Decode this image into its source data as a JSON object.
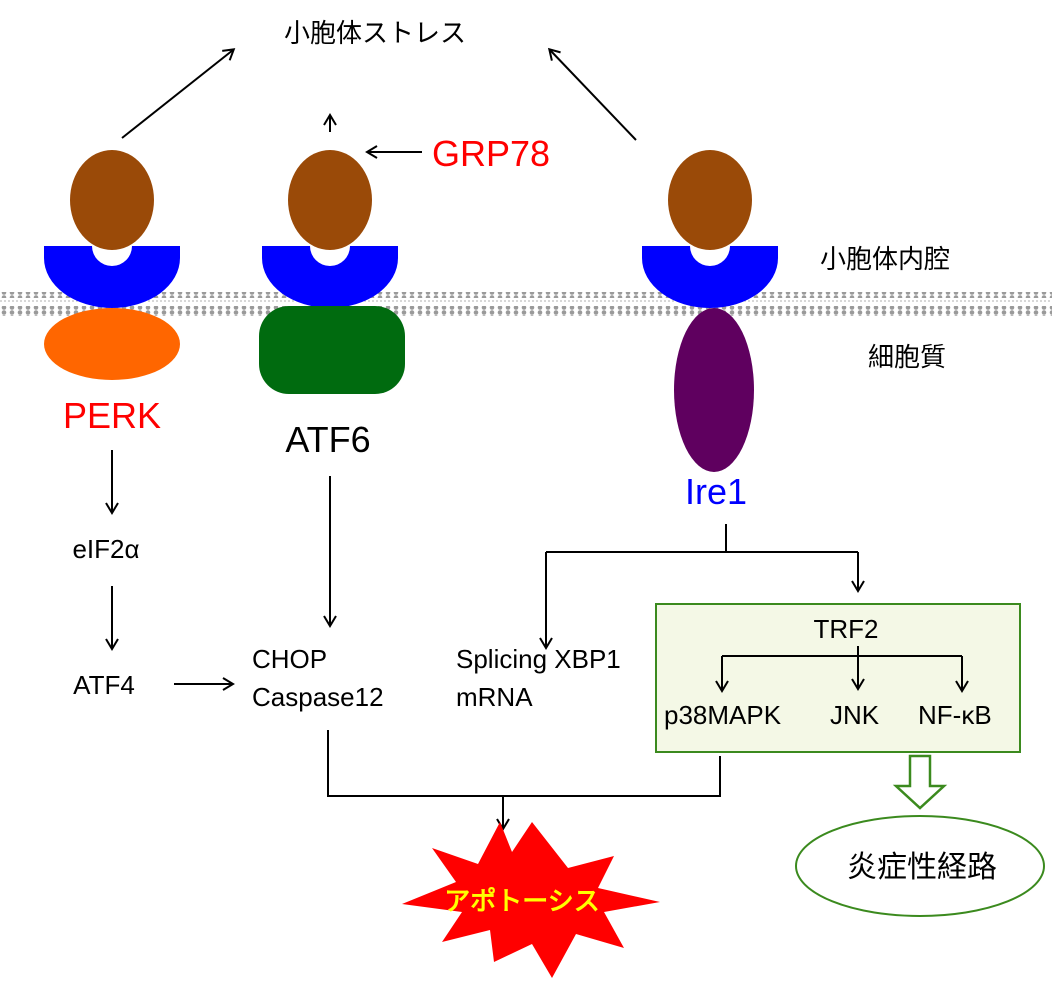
{
  "nodes": {
    "er_stress": "小胞体ストレス",
    "er_lumen": "小胞体内腔",
    "cytoplasm": "細胞質",
    "grp78": "GRP78",
    "perk": "PERK",
    "atf6": "ATF6",
    "ire1": "Ire1",
    "eif2a": "eIF2α",
    "atf4": "ATF4",
    "chop": "CHOP",
    "caspase12": "Caspase12",
    "xbp1_line1": "Splicing XBP1",
    "xbp1_line2": "mRNA",
    "trf2": "TRF2",
    "p38mapk": "p38MAPK",
    "jnk": "JNK",
    "nfkb": "NF-κB",
    "apoptosis": "アポトーシス",
    "inflammatory": "炎症性経路"
  },
  "colors": {
    "ligand": "#9a4a08",
    "receptor_cap": "#0000ff",
    "perk_body": "#ff6600",
    "atf6_body": "#006b0f",
    "ire1_body": "#5f005f",
    "red_label": "#ff0000",
    "blue_label": "#0000ff",
    "box_fill": "#f4f8e6",
    "box_border": "#3b8a1e",
    "open_arrow": "#3b8a1e",
    "burst_fill": "#ff0000",
    "burst_text": "#ffff00",
    "membrane": "#9a9a9a"
  }
}
